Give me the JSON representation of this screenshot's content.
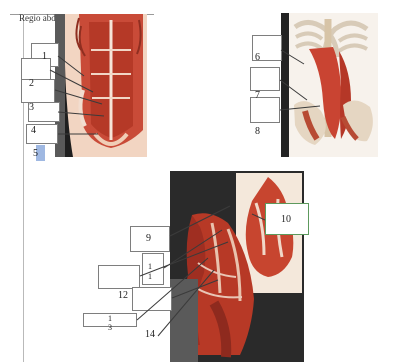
{
  "document": {
    "title": "Regio abd",
    "labels": [
      "1",
      "2",
      "3",
      "4",
      "5",
      "6",
      "7",
      "8",
      "9",
      "10",
      "1",
      "1",
      "12",
      "1",
      "3",
      "14"
    ]
  }
}
